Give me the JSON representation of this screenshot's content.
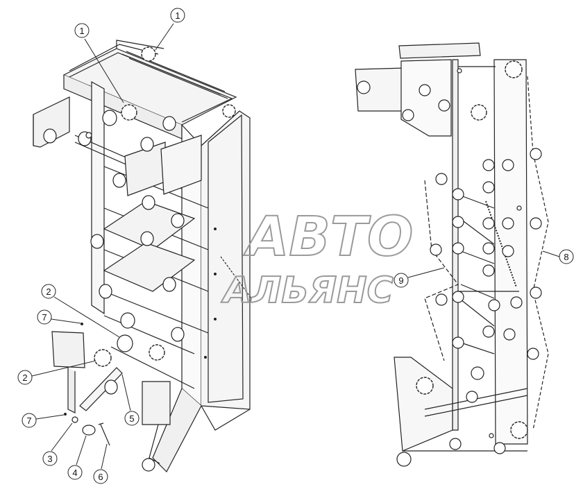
{
  "watermark": {
    "line1": "АВТО",
    "line2": "АЛЬЯНС"
  },
  "callouts": [
    {
      "id": "c1a",
      "label": "1"
    },
    {
      "id": "c1b",
      "label": "1"
    },
    {
      "id": "c2a",
      "label": "2"
    },
    {
      "id": "c7a",
      "label": "7"
    },
    {
      "id": "c2b",
      "label": "2"
    },
    {
      "id": "c5",
      "label": "5"
    },
    {
      "id": "c7b",
      "label": "7"
    },
    {
      "id": "c3",
      "label": "3"
    },
    {
      "id": "c4",
      "label": "4"
    },
    {
      "id": "c6",
      "label": "6"
    },
    {
      "id": "c9",
      "label": "9"
    },
    {
      "id": "c8",
      "label": "8"
    }
  ]
}
